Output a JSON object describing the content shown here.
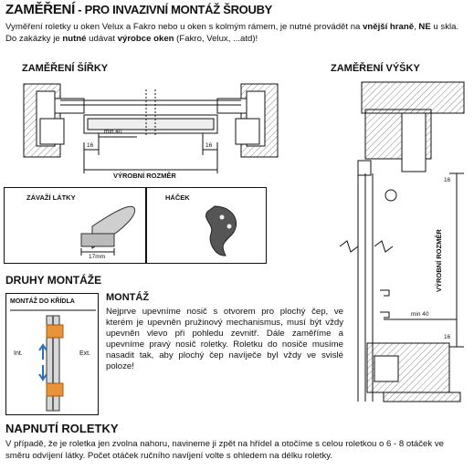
{
  "header": {
    "title_main": "ZAMĚŘENÍ",
    "title_sub": " - PRO INVAZIVNÍ MONTÁŽ ŠROUBY"
  },
  "intro": {
    "t1": "Vyměření roletky u oken Velux a Fakro  nebo u oken  s kolmým  rámem, je nutné provádět na ",
    "b1": "vnější hraně",
    "t2": ", ",
    "b2": "NE",
    "t3": " u skla. Do zakázky je ",
    "b3": "nutné",
    "t4": " udávat ",
    "b4": "výrobce oken",
    "t5": " (Fakro, Velux, ...atd)!"
  },
  "width_section": {
    "heading": "ZAMĚŘENÍ ŠÍŘKY",
    "dim_left": "16",
    "dim_right": "16",
    "min_label": "min 40",
    "product_size": "VÝROBNÍ ROZMĚR"
  },
  "height_section": {
    "heading": "ZAMĚŘENÍ VÝŠKY",
    "product_size": "VÝROBNÍ ROZMĚR",
    "min_label": "min 40",
    "dim_top": "16",
    "dim_bottom": "16"
  },
  "weight_box": {
    "heading": "ZÁVAŽÍ LÁTKY",
    "dimension": "17mm"
  },
  "hook_box": {
    "heading": "HÁČEK"
  },
  "types": {
    "heading": "DRUHY MONTÁŽE",
    "box_heading": "MONTÁŽ DO KŘÍDLA",
    "int_label": "Int.",
    "ext_label": "Ext."
  },
  "montaz": {
    "heading": "MONTÁŽ",
    "text": "Nejprve upevníme nosič s otvorem pro plochý čep, ve kterém je upevněn pružinový mechanismus, musí být  vždy upevněn vlevo při pohledu zevnitř. Dále zaměříme a upevníme pravý nosič roletky. Roletku do nosiče musíme nasadit tak, aby plochý čep navíječe byl vždy ve svislé poloze!"
  },
  "napnuti": {
    "heading": "NAPNUTÍ ROLETKY",
    "text": "V případě, že je roletka jen zvolna nahoru, navineme ji zpět na hřídel a otočíme s celou roletkou o 6 - 8  otáček ve směru odvíjení látky. Počet otáček ručního navíjení  volte s ohledem na délku roletky."
  },
  "colors": {
    "accent_orange": "#e8923a",
    "arrow_blue": "#2a6fb8",
    "text": "#111111"
  }
}
